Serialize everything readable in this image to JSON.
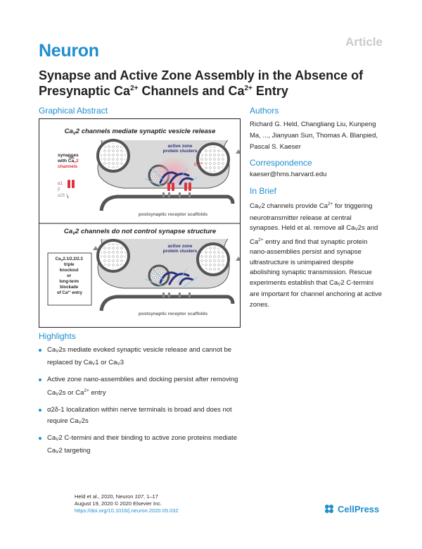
{
  "header": {
    "article_label": "Article",
    "journal": "Neuron",
    "title_part1": "Synapse and Active Zone Assembly in the Absence of Presynaptic Ca",
    "title_sup1": "2+",
    "title_part2": " Channels and Ca",
    "title_sup2": "2+",
    "title_part3": " Entry"
  },
  "graphical_abstract": {
    "heading": "Graphical Abstract",
    "top_title_a": "Ca",
    "top_title_sub": "V",
    "top_title_b": "2 channels mediate synaptic vesicle release",
    "active_zone_a": "active zone",
    "active_zone_b": "protein clusters",
    "ca_label": "Ca",
    "ca_label_sup": "2+",
    "left_top_a": "synapses",
    "left_top_b": "with Ca",
    "left_top_sub": "V",
    "left_top_c": "2",
    "left_top_d": "channels",
    "alpha1": "α1",
    "beta": "β",
    "alpha2delta": "α2δ",
    "scaffold": "postsynaptic receptor scaffolds",
    "bottom_title_a": "Ca",
    "bottom_title_sub": "V",
    "bottom_title_b": "2 channels do not control synapse structure",
    "ko_line1": "Ca",
    "ko_line1_sub": "V",
    "ko_line1b": "2.1/2.2/2.3",
    "ko_line2": "triple",
    "ko_line3": "knockout",
    "ko_line4": "or",
    "ko_line5": "long-term",
    "ko_line6": "blockade",
    "ko_line7": "of Ca",
    "ko_line7_sup": "2+",
    "ko_line7b": " entry"
  },
  "authors": {
    "heading": "Authors",
    "text": "Richard G. Held, Changliang Liu, Kunpeng Ma, ..., Jianyuan Sun, Thomas A. Blanpied, Pascal S. Kaeser"
  },
  "correspondence": {
    "heading": "Correspondence",
    "email": "kaeser@hms.harvard.edu"
  },
  "in_brief": {
    "heading": "In Brief",
    "t1": "Ca",
    "t1_sub": "V",
    "t2": "2 channels provide Ca",
    "t2_sup": "2+",
    "t3": " for triggering neurotransmitter release at central synapses. Held et al. remove all Ca",
    "t3_sub": "V",
    "t4": "2s and Ca",
    "t4_sup": "2+",
    "t5": " entry and find that synaptic protein nano-assemblies persist and synapse ultrastructure is unimpaired despite abolishing synaptic transmission. Rescue experiments establish that Ca",
    "t5_sub": "V",
    "t6": "2 C-termini are important for channel anchoring at active zones."
  },
  "highlights": {
    "heading": "Highlights",
    "h1a": "Ca",
    "h1_sub": "V",
    "h1b": "2s mediate evoked synaptic vesicle release and cannot be replaced by Ca",
    "h1_sub2": "V",
    "h1c": "1 or Ca",
    "h1_sub3": "V",
    "h1d": "3",
    "h2a": "Active zone nano-assemblies and docking persist after removing Ca",
    "h2_sub": "V",
    "h2b": "2s or Ca",
    "h2_sup": "2+",
    "h2c": " entry",
    "h3a": "α2δ-1 localization within nerve terminals is broad and does not require Ca",
    "h3_sub": "V",
    "h3b": "2s",
    "h4a": "Ca",
    "h4_sub": "V",
    "h4b": "2 C-termini and their binding to active zone proteins mediate Ca",
    "h4_sub2": "V",
    "h4c": "2 targeting"
  },
  "footer": {
    "line1a": "Held et al., 2020, Neuron ",
    "line1_vol": "107",
    "line1b": ", 1–17",
    "line2": "August 19, 2020 © 2020 Elsevier Inc.",
    "doi": "https://doi.org/10.1016/j.neuron.2020.05.032",
    "publisher": "CellPress"
  },
  "colors": {
    "accent": "#1f8ecf",
    "red": "#e0323c",
    "navy": "#2b2f7a"
  }
}
